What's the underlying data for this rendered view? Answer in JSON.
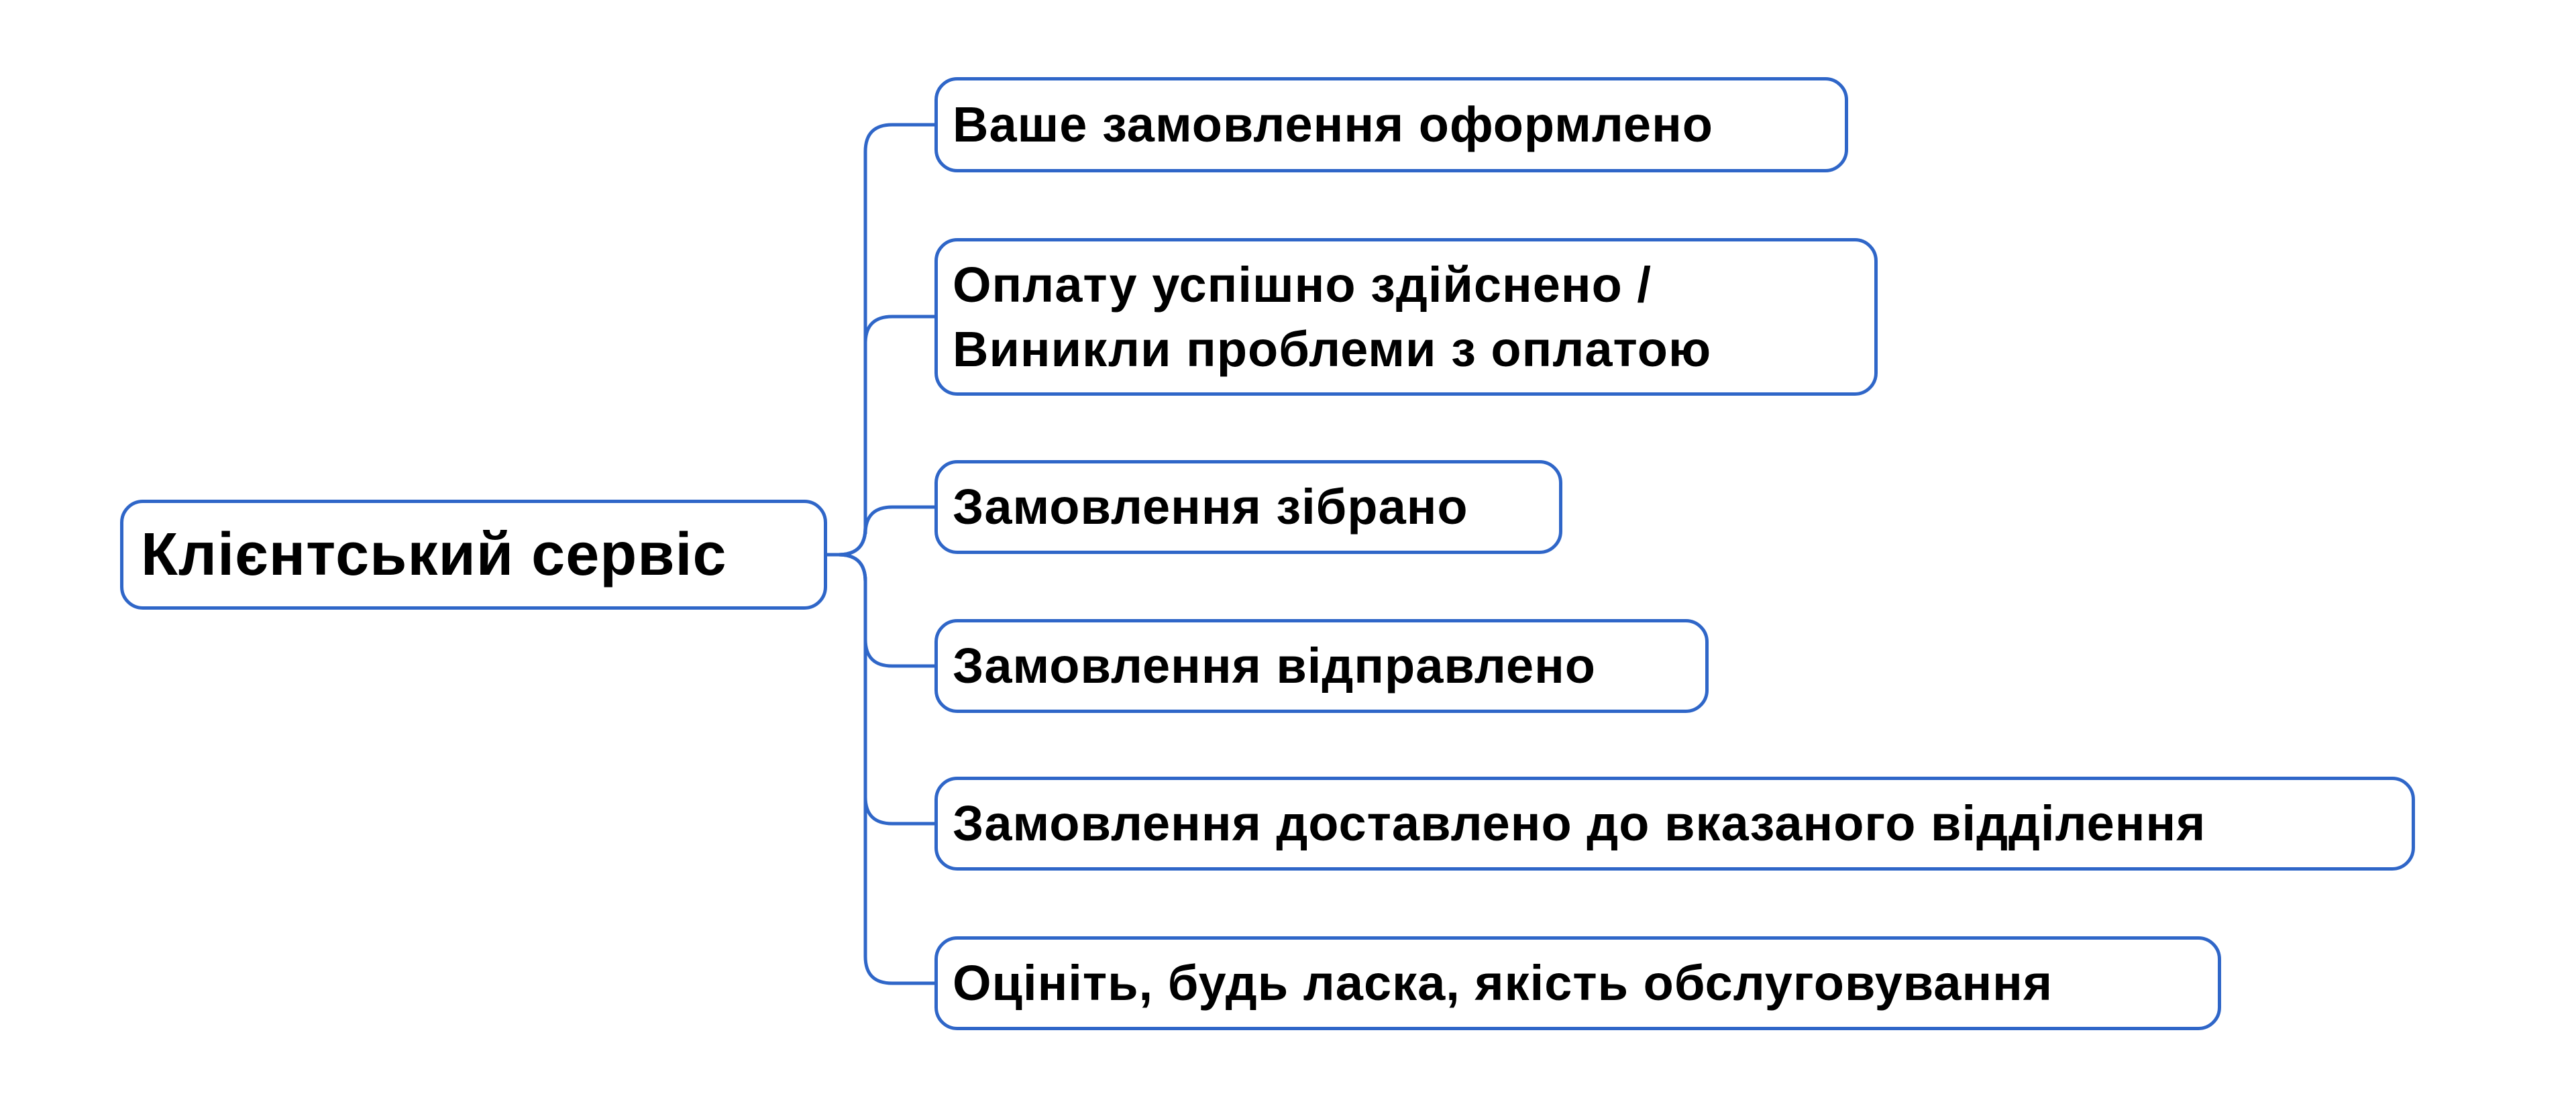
{
  "root": {
    "label": "Клієнтський сервіс"
  },
  "children": [
    {
      "label": "Ваше замовлення оформлено"
    },
    {
      "label": "Оплату успішно здійснено /\nВиникли проблеми з оплатою",
      "lines": [
        "Оплату успішно здійснено /",
        "Виникли проблеми з оплатою"
      ]
    },
    {
      "label": "Замовлення зібрано"
    },
    {
      "label": "Замовлення відправлено"
    },
    {
      "label": "Замовлення доставлено до вказаного відділення"
    },
    {
      "label": "Оцініть, будь ласка, якість обслуговування"
    }
  ],
  "colors": {
    "connector": "#2f66c8",
    "text": "#000000"
  }
}
